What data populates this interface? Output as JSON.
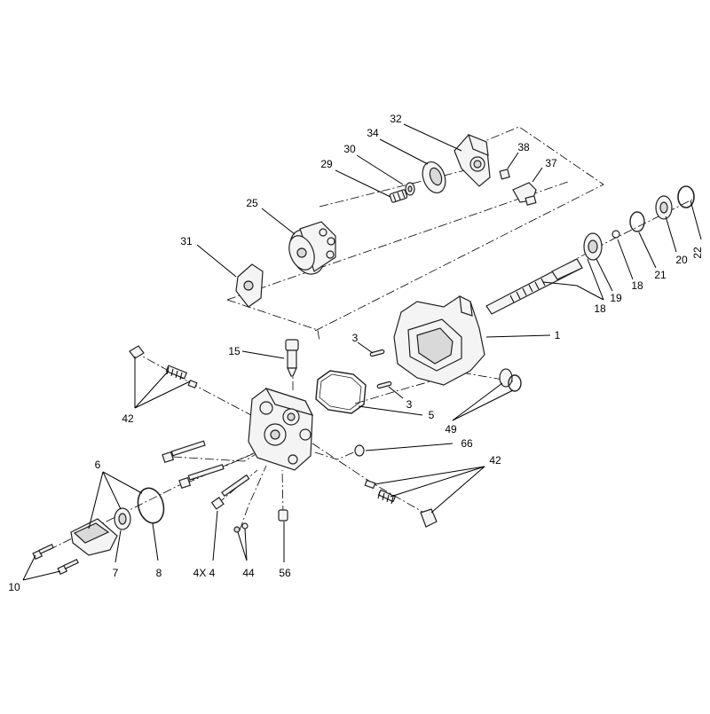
{
  "callouts": [
    {
      "id": "c32",
      "text": "32"
    },
    {
      "id": "c34",
      "text": "34"
    },
    {
      "id": "c30",
      "text": "30"
    },
    {
      "id": "c29",
      "text": "29"
    },
    {
      "id": "c38",
      "text": "38"
    },
    {
      "id": "c37",
      "text": "37"
    },
    {
      "id": "c25",
      "text": "25"
    },
    {
      "id": "c31",
      "text": "31"
    },
    {
      "id": "c22",
      "text": "22"
    },
    {
      "id": "c20",
      "text": "20"
    },
    {
      "id": "c21",
      "text": "21"
    },
    {
      "id": "c18a",
      "text": "18"
    },
    {
      "id": "c19",
      "text": "19"
    },
    {
      "id": "c18b",
      "text": "18"
    },
    {
      "id": "c1",
      "text": "1"
    },
    {
      "id": "c3a",
      "text": "3"
    },
    {
      "id": "c15",
      "text": "15"
    },
    {
      "id": "c3b",
      "text": "3"
    },
    {
      "id": "c5",
      "text": "5"
    },
    {
      "id": "c42a",
      "text": "42"
    },
    {
      "id": "c49",
      "text": "49"
    },
    {
      "id": "c66",
      "text": "66"
    },
    {
      "id": "c6",
      "text": "6"
    },
    {
      "id": "c42b",
      "text": "42"
    },
    {
      "id": "c10",
      "text": "10"
    },
    {
      "id": "c7",
      "text": "7"
    },
    {
      "id": "c8",
      "text": "8"
    },
    {
      "id": "c4x4",
      "text": "4X 4"
    },
    {
      "id": "c44",
      "text": "44"
    },
    {
      "id": "c56",
      "text": "56"
    }
  ]
}
